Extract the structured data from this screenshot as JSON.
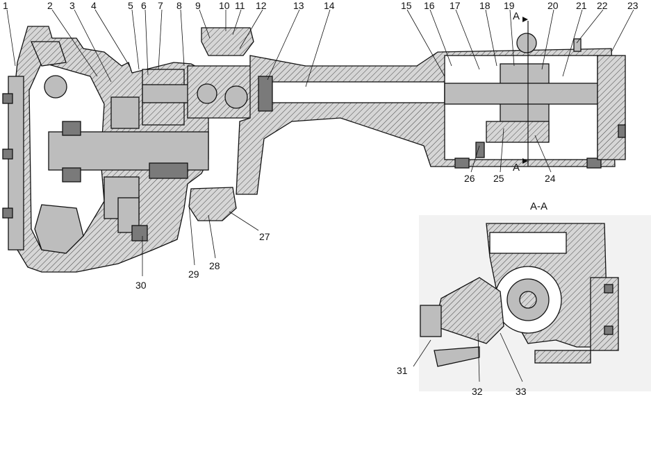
{
  "section_label": "A-A",
  "cut_marker": "A",
  "callouts": {
    "top": [
      "1",
      "2",
      "3",
      "4",
      "5",
      "6",
      "7",
      "8",
      "9",
      "10",
      "11",
      "12",
      "13",
      "14",
      "15",
      "16",
      "17",
      "18",
      "19",
      "20",
      "21",
      "22",
      "23"
    ],
    "lower_right": [
      "26",
      "25",
      "24"
    ],
    "lower_left": [
      "27",
      "28",
      "29",
      "30"
    ],
    "detail": [
      "31",
      "32",
      "33"
    ]
  }
}
